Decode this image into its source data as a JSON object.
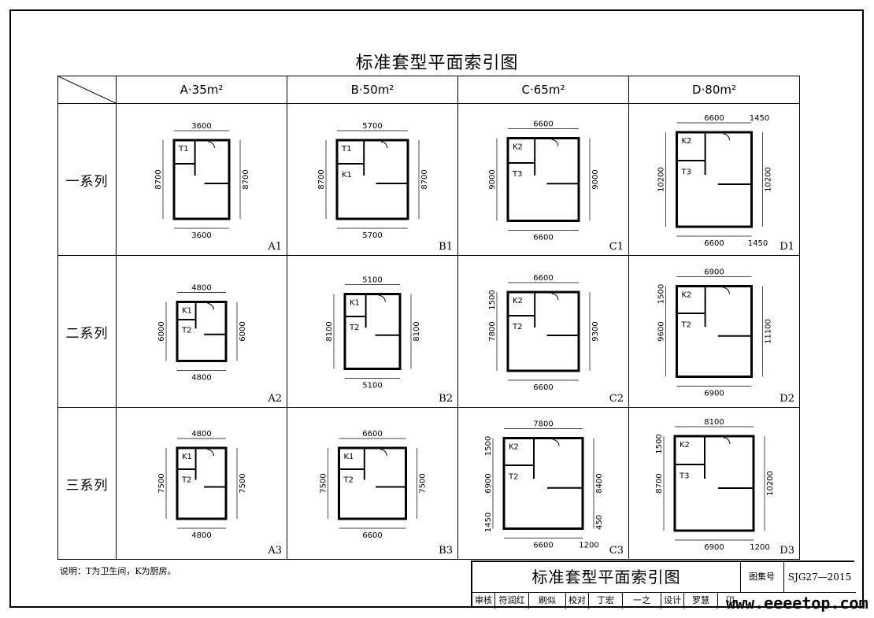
{
  "title": "标准套型平面索引图",
  "columns": [
    "A·35m²",
    "B·50m²",
    "C·65m²",
    "D·80m²"
  ],
  "rows": [
    "一系列",
    "二系列",
    "三系列"
  ],
  "cells": [
    [
      {
        "code": "A1",
        "top": "3600",
        "bottom": "3600",
        "left": "8700",
        "right": "8700",
        "rooms": [
          "T1"
        ]
      },
      {
        "code": "B1",
        "top": "5700",
        "bottom": "5700",
        "left": "8700",
        "right": "8700",
        "rooms": [
          "T1",
          "K1"
        ]
      },
      {
        "code": "C1",
        "top": "6600",
        "bottom": "6600",
        "left": "9000",
        "right": "9000",
        "rooms": [
          "K2",
          "T3"
        ]
      },
      {
        "code": "D1",
        "top": "6600",
        "top2": "1450",
        "bottom": "6600",
        "bottom2": "1450",
        "left": "10200",
        "right": "10200",
        "rooms": [
          "K2",
          "T3"
        ]
      }
    ],
    [
      {
        "code": "A2",
        "top": "4800",
        "bottom": "4800",
        "left": "6000",
        "right": "6000",
        "rooms": [
          "K1",
          "T2"
        ]
      },
      {
        "code": "B2",
        "top": "5100",
        "bottom": "5100",
        "left": "8100",
        "right": "8100",
        "rooms": [
          "K1",
          "T2"
        ]
      },
      {
        "code": "C2",
        "top": "6600",
        "bottom": "6600",
        "left": "7800",
        "left2": "1500",
        "right": "9300",
        "rooms": [
          "K2",
          "T2"
        ]
      },
      {
        "code": "D2",
        "top": "6900",
        "bottom": "6900",
        "left": "9600",
        "left2": "1500",
        "right": "11100",
        "rooms": [
          "K2",
          "T2"
        ]
      }
    ],
    [
      {
        "code": "A3",
        "top": "4800",
        "bottom": "4800",
        "left": "7500",
        "right": "7500",
        "rooms": [
          "K1",
          "T2"
        ]
      },
      {
        "code": "B3",
        "top": "6600",
        "bottom": "6600",
        "left": "7500",
        "right": "7500",
        "rooms": [
          "K1",
          "T2"
        ]
      },
      {
        "code": "C3",
        "top": "7800",
        "bottom": "6600",
        "bottom2": "1200",
        "left": "6900",
        "left2": "1500",
        "left3": "1450",
        "right": "8400",
        "right2": "450",
        "rooms": [
          "K2",
          "T2"
        ]
      },
      {
        "code": "D3",
        "top": "8100",
        "bottom": "6900",
        "bottom2": "1200",
        "left": "8700",
        "left2": "1500",
        "right": "10200",
        "rooms": [
          "K2",
          "T3"
        ]
      }
    ]
  ],
  "note": "说明：T为卫生间，K为厨房。",
  "titleblock": {
    "title": "标准套型平面索引图",
    "set_label": "图集号",
    "set_value": "SJG27—2015",
    "sig": [
      "审核",
      "符润红",
      "刷似",
      "校对",
      "丁宏",
      "一之",
      "设计",
      "罗慧",
      "卬"
    ]
  },
  "watermark": "www.eeeetop.com"
}
